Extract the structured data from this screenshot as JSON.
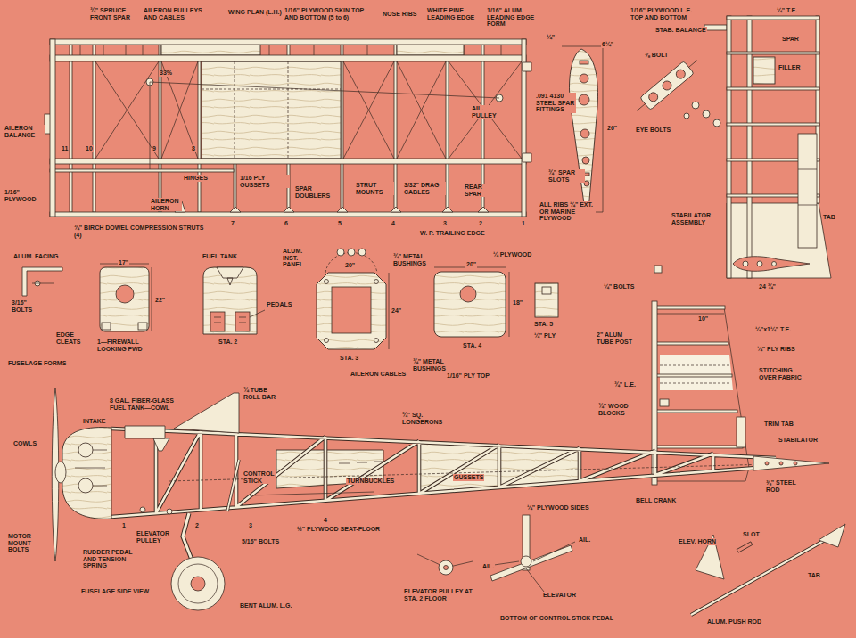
{
  "diagram": {
    "labels": [
      "¾\" SPRUCE FRONT SPAR",
      "AILERON PULLEYS AND CABLES",
      "WING PLAN (L.H.)",
      "1/16\" PLYWOOD SKIN TOP AND BOTTOM (5 to 6)",
      "NOSE RIBS",
      "WHITE PINE LEADING EDGE",
      "1/16\" ALUM. LEADING EDGE FORM",
      "33%",
      "AILERON BALANCE",
      "11",
      "10",
      "9",
      "8",
      "1/16\" PLYWOOD",
      "HINGES",
      "1/16 PLY GUSSETS",
      "SPAR DOUBLERS",
      "STRUT MOUNTS",
      "3/32\" DRAG CABLES",
      "REAR SPAR",
      "AIL. PULLEY",
      ".091 4130 STEEL SPAR FITTINGS",
      "¾\" BIRCH DOWEL COMPRESSION STRUTS (4)",
      "AILERON HORN",
      "7",
      "6",
      "5",
      "4",
      "3",
      "2",
      "1",
      "W. P. TRAILING EDGE",
      "¾\" SPAR SLOTS",
      "ALL RIBS ¼\" EXT. OR MARINE PLYWOOD",
      "¼\"",
      "6¼\"",
      "26\"",
      "1/16\" PLYWOOD L.E. TOP AND BOTTOM",
      "¼\" T.E.",
      "STAB. BALANCE",
      "SPAR",
      "FILLER",
      "⅜ BOLT",
      "EYE BOLTS",
      "STABILATOR ASSEMBLY",
      "TAB",
      "24 ¾\"",
      "ALUM. FACING",
      "3/16\" BOLTS",
      "EDGE CLEATS",
      "17\"",
      "22\"",
      "1—FIREWALL LOOKING FWD",
      "FUSELAGE FORMS",
      "FUEL TANK",
      "PEDALS",
      "STA. 2",
      "ALUM. INST. PANEL",
      "20\"",
      "¾\" METAL BUSHINGS",
      "24\"",
      "STA. 3",
      "AILERON CABLES",
      "¾\" METAL BUSHINGS",
      "20\"",
      "18\"",
      "¼ PLYWOOD",
      "STA. 4",
      "STA. 5",
      "¼\" PLY",
      "¼\" BOLTS",
      "2\" ALUM TUBE POST",
      "10\"",
      "¼\"x1¼\" T.E.",
      "¼\" PLY RIBS",
      "STITCHING OVER FABRIC",
      "¾\" L.E.",
      "¾\" WOOD BLOCKS",
      "TRIM TAB",
      "STABILATOR",
      "COWLS",
      "INTAKE",
      "8 GAL. FIBER-GLASS FUEL TANK—COWL",
      "¾ TUBE ROLL BAR",
      "1/16\" PLY TOP",
      "¾\" SQ. LONGERONS",
      "CONTROL STICK",
      "TURNBUCKLES",
      "GUSSETS",
      "MOTOR MOUNT BOLTS",
      "RUDDER PEDAL AND TENSION SPRING",
      "ELEVATOR PULLEY",
      "5/16\" BOLTS",
      "½\" PLYWOOD SEAT-FLOOR",
      "¼\" PLYWOOD SIDES",
      "BELL CRANK",
      "⅜\" STEEL ROD",
      "FUSELAGE SIDE VIEW",
      "BENT ALUM. L.G.",
      "ELEVATOR PULLEY AT STA. 2 FLOOR",
      "BOTTOM OF CONTROL STICK PEDAL",
      "AIL.",
      "ELEVATOR",
      "AIL.",
      "ELEV. HORN",
      "SLOT",
      "ALUM. PUSH ROD",
      "TAB",
      "1",
      "2",
      "3",
      "4"
    ]
  }
}
